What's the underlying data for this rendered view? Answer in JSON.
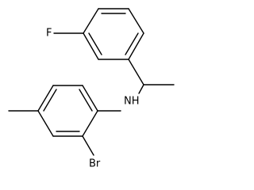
{
  "molecule": {
    "atom_labels": {
      "fluorine": "F",
      "amine": "NH",
      "bromine": "Br"
    },
    "colors": {
      "bond": "#000000",
      "label": "#000000",
      "background": "#ffffff"
    }
  }
}
